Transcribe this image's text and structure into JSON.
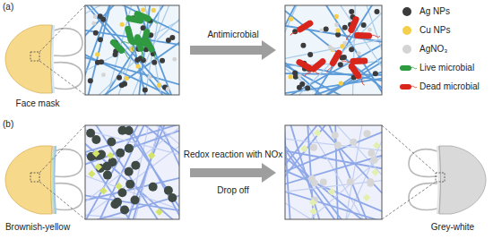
{
  "diagram": {
    "labels": [
      "(a)",
      "Face mask",
      "Antimicrobial",
      "(b)",
      "Redox reaction with NOx",
      "Drop off",
      "Brownish-yellow",
      "Grey-white"
    ],
    "legend": [
      {
        "text": "Ag NPs",
        "color": "#3b3b3b"
      },
      {
        "text": "Cu NPs",
        "color": "#f4cf4b"
      },
      {
        "text": "AgNO₃",
        "color": "#d4d4d4"
      },
      {
        "text": "Live microbial"
      },
      {
        "text": "Dead microbial"
      }
    ]
  }
}
